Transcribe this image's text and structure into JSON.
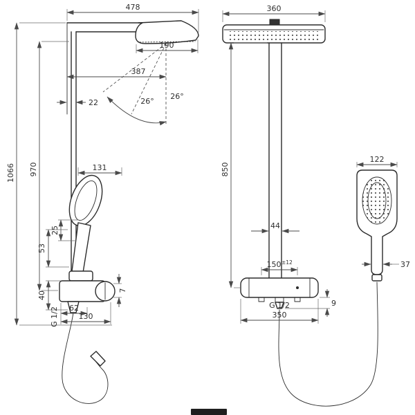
{
  "drawing": {
    "side_view": {
      "overall_width": "478",
      "head_depth": "190",
      "spray_reach": "387",
      "wall_clearance": "22",
      "spray_angle_1": "26°",
      "spray_angle_2": "26°",
      "handshower_reach": "131",
      "overall_height": "1066",
      "pipe_height": "970",
      "holder_dim_25": "25",
      "holder_dim_53": "53",
      "valve_dim_40": "40",
      "thread": "G 1/2",
      "outlet_offset_62": "62",
      "valve_depth_130": "130",
      "bracket_dim_7": "7"
    },
    "front_view": {
      "head_width": "360",
      "pipe_height": "850",
      "pipe_width": "44",
      "handshower_width": "122",
      "handshower_depth": "37",
      "connection_spacing": "150",
      "connection_tolerance": "±12",
      "thread": "G 1/2",
      "valve_width": "350",
      "outlet_dim_9": "9"
    }
  },
  "colors": {
    "line": "#2b2b2b",
    "dimension": "#4a4a4a",
    "background": "#ffffff",
    "logo_bar": "#1f1f1f"
  }
}
